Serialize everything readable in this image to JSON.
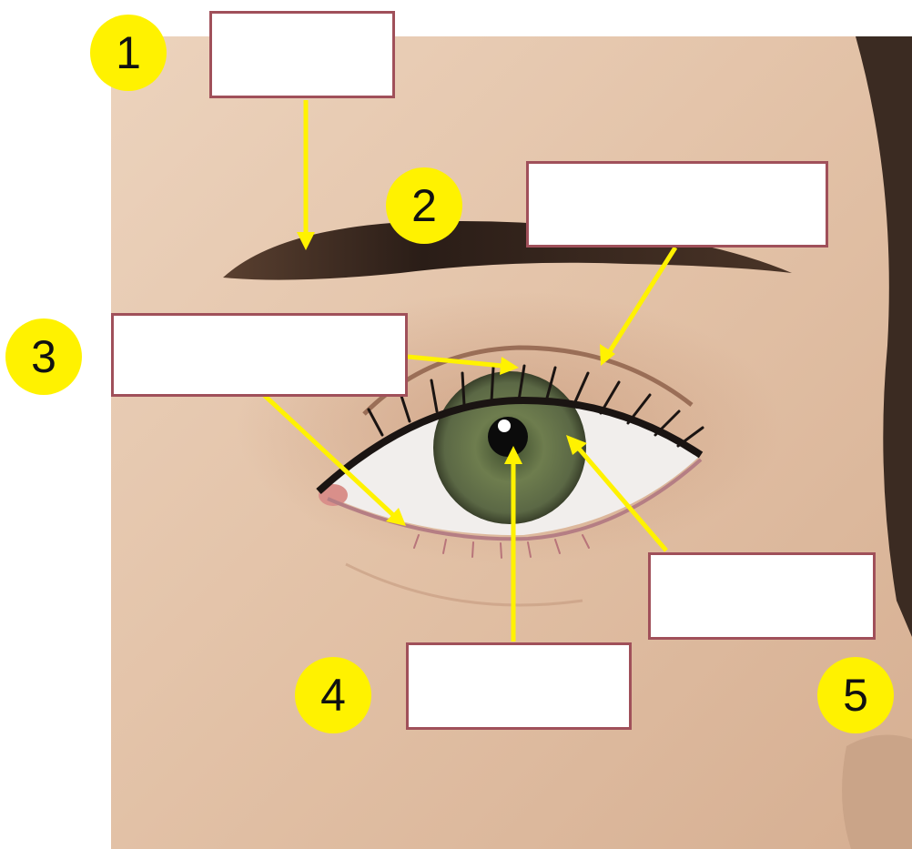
{
  "diagram": {
    "markers": [
      {
        "number": "1"
      },
      {
        "number": "2"
      },
      {
        "number": "3"
      },
      {
        "number": "4"
      },
      {
        "number": "5"
      }
    ],
    "label_boxes": [
      {
        "text": ""
      },
      {
        "text": ""
      },
      {
        "text": ""
      },
      {
        "text": ""
      },
      {
        "text": ""
      }
    ]
  },
  "colors": {
    "marker_fill": "#FFF200",
    "arrow": "#FFF200",
    "box_border": "#A0505A",
    "box_fill": "#FFFFFF"
  }
}
